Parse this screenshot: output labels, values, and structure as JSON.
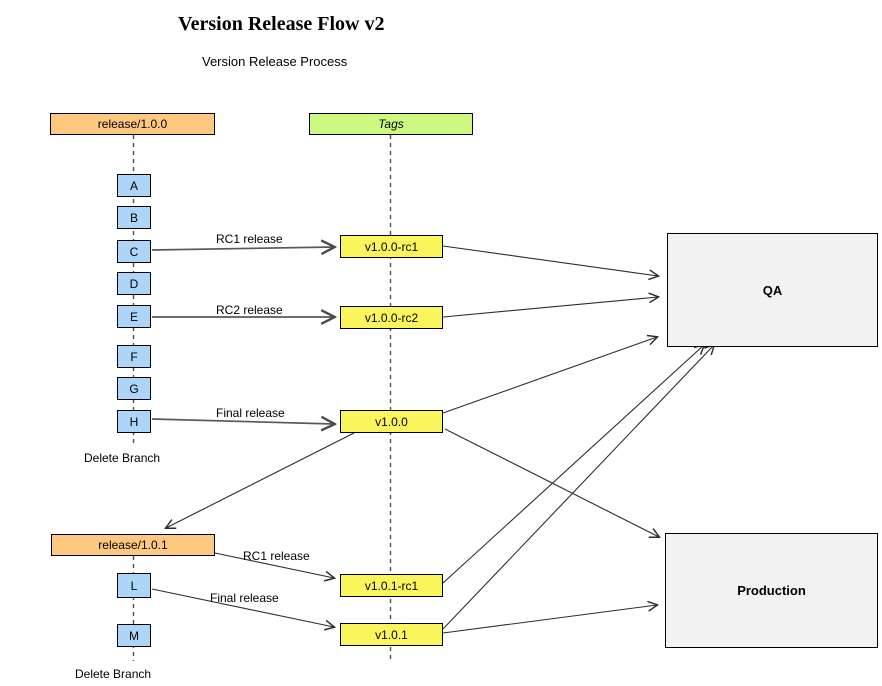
{
  "title": "Version Release Flow v2",
  "subtitle": "Version Release Process",
  "branch_100": {
    "label": "release/1.0.0",
    "delete_label": "Delete Branch"
  },
  "branch_101": {
    "label": "release/1.0.1",
    "delete_label": "Delete Branch"
  },
  "tags_header": "Tags",
  "commits_100": [
    "A",
    "B",
    "C",
    "D",
    "E",
    "F",
    "G",
    "H"
  ],
  "commits_101": [
    "L",
    "M"
  ],
  "tags": {
    "v100rc1": "v1.0.0-rc1",
    "v100rc2": "v1.0.0-rc2",
    "v100": "v1.0.0",
    "v101rc1": "v1.0.1-rc1",
    "v101": "v1.0.1"
  },
  "environments": {
    "qa": "QA",
    "production": "Production"
  },
  "edge_labels": {
    "rc1_100": "RC1 release",
    "rc2_100": "RC2 release",
    "final_100": "Final release",
    "rc1_101": "RC1 release",
    "final_101": "Final release"
  },
  "colors": {
    "branch_fill": "#FFC880",
    "tags_header_fill": "#CDF982",
    "commit_fill": "#ACD5F7",
    "tag_fill": "#FBF55D",
    "environment_fill": "#F2F2F2",
    "border": "#000000",
    "connector": "#3a3a3a"
  }
}
